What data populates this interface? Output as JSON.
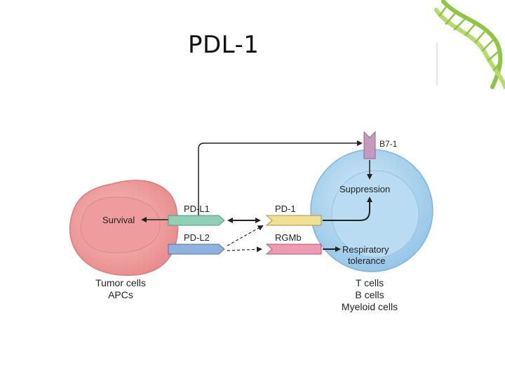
{
  "slide": {
    "title": "PDL-1"
  },
  "logo": {
    "icon": "dna-helix-icon",
    "color": "#8dc63f"
  },
  "diagram": {
    "tumor_cell": {
      "color": "#f2a3a3",
      "nucleus_label": "Survival",
      "caption_line1": "Tumor cells",
      "caption_line2": "APCs"
    },
    "t_cell": {
      "color": "#a9d3ee",
      "suppression_label": "Suppression",
      "tolerance_line1": "Respiratory",
      "tolerance_line2": "tolerance",
      "caption_line1": "T cells",
      "caption_line2": "B cells",
      "caption_line3": "Myeloid cells"
    },
    "ligands": [
      {
        "label": "PD-L1",
        "color": "#8fd0b6"
      },
      {
        "label": "PD-L2",
        "color": "#8eb2dd"
      }
    ],
    "receptors": [
      {
        "label": "PD-1",
        "color": "#f1df93"
      },
      {
        "label": "RGMb",
        "color": "#ef9ab3"
      },
      {
        "label": "B7-1",
        "color": "#c49bbf"
      }
    ]
  }
}
